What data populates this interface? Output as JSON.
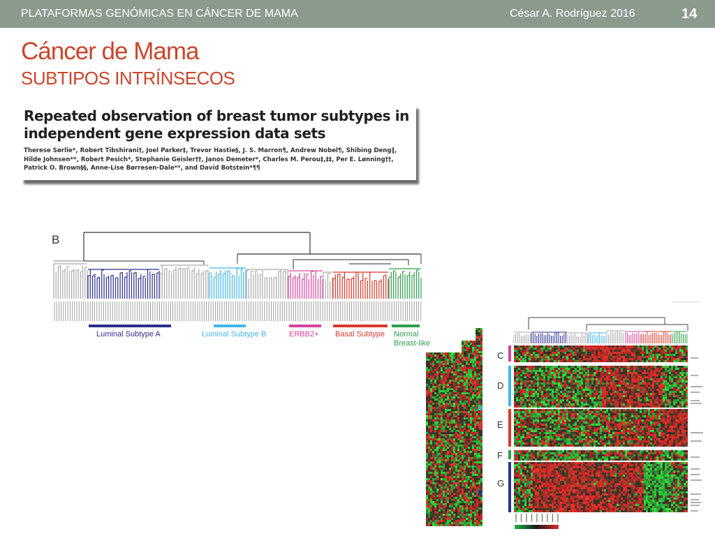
{
  "header": {
    "left_text": "PLATAFORMAS GENÓMICAS EN CÁNCER DE MAMA",
    "author_year": "César A. Rodríguez  2016",
    "page_number": "14"
  },
  "slide": {
    "title": "Cáncer de Mama",
    "subtitle": "SUBTIPOS INTRÍNSECOS"
  },
  "paper": {
    "title_line1": "Repeated observation of breast tumor subtypes in",
    "title_line2": "independent gene expression data sets",
    "authors_line1": "Therese Sørlie*, Robert Tibshirani†, Joel Parker‡, Trevor Hastie§, J. S. Marron¶, Andrew Nobel¶, Shibing Deng‖,",
    "authors_line2": "Hilde Johnsen**, Robert Pesich*, Stephanie Geisler††, Janos Demeter*, Charles M. Perou‡,‡‡, Per E. Lønning††,",
    "authors_line3": "Patrick O. Brown§§, Anne-Lise Børresen-Dale**, and David Botstein*¶¶"
  },
  "figure_b": {
    "panel_label": "B",
    "subtypes": [
      {
        "label": "Luminal Subtype A",
        "color": "#2b2f8c"
      },
      {
        "label": "Luminal Subtype B",
        "color": "#41b6e6"
      },
      {
        "label": "ERBB2+",
        "color": "#d6449a"
      },
      {
        "label": "Basal Subtype",
        "color": "#d8392b"
      },
      {
        "label": "Normal",
        "color": "#2e9e4a"
      },
      {
        "label": "Breast-like",
        "color": "#2e9e4a"
      }
    ]
  },
  "heatmap": {
    "gene_clusters": [
      {
        "label": "C",
        "color": "#d6449a"
      },
      {
        "label": "D",
        "color": "#41b6e6"
      },
      {
        "label": "E",
        "color": "#d8392b"
      },
      {
        "label": "F",
        "color": "#2e9e4a"
      },
      {
        "label": "G",
        "color": "#2b2f8c"
      }
    ]
  }
}
